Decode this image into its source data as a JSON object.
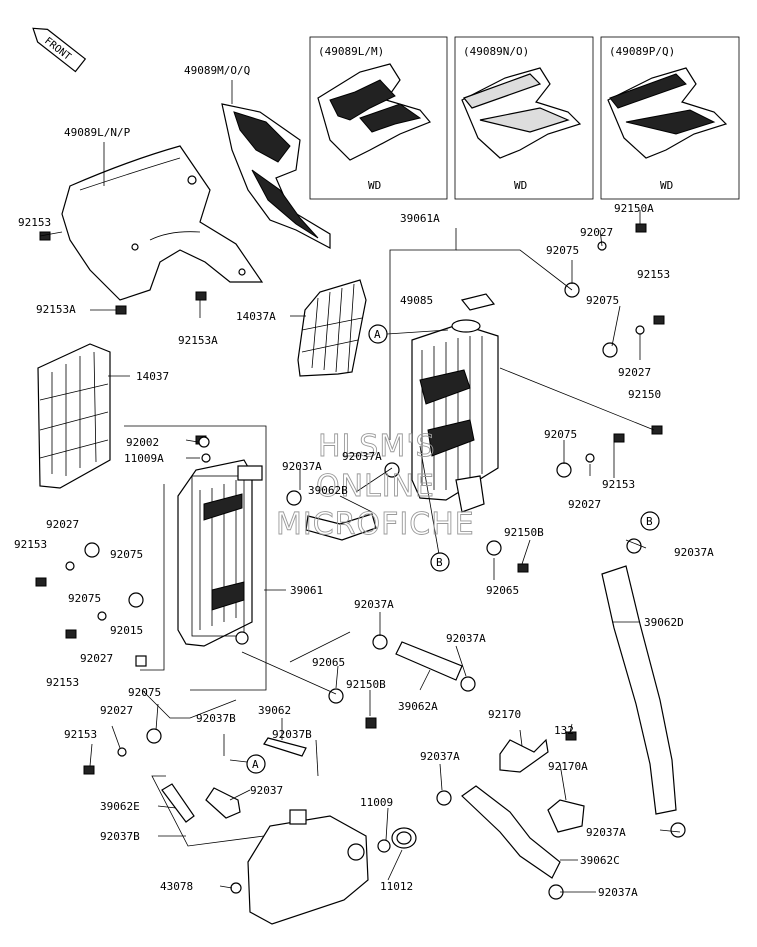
{
  "diagram": {
    "front_badge": "FRONT",
    "watermark": [
      "HLSM'S",
      "ONLINE",
      "MICROFICHE"
    ],
    "inset_boxes": [
      {
        "code": "(49089L/M)",
        "note": "WD"
      },
      {
        "code": "(49089N/O)",
        "note": "WD"
      },
      {
        "code": "(49089P/Q)",
        "note": "WD"
      }
    ],
    "callouts": [
      "A",
      "B"
    ],
    "part_labels": {
      "p1": "49089M/O/Q",
      "p2": "49089L/N/P",
      "p3": "92153",
      "p4": "92153A",
      "p5": "92153A",
      "p6": "14037A",
      "p7": "14037",
      "p8": "39061A",
      "p9": "92150A",
      "p10": "92027",
      "p11": "92075",
      "p12": "49085",
      "p13": "92153",
      "p14": "92075",
      "p15": "92027",
      "p16": "92150",
      "p17": "92002",
      "p18": "11009A",
      "p19": "92037A",
      "p20": "92037A",
      "p21": "39062B",
      "p22": "92075",
      "p23": "92153",
      "p24": "92027",
      "p25": "92027",
      "p26": "92153",
      "p27": "92075",
      "p28": "92075",
      "p29": "39061",
      "p30": "92150B",
      "p31": "92065",
      "p32": "92037A",
      "p33": "39062D",
      "p34": "92015",
      "p35": "92027",
      "p36": "92153",
      "p37": "92037A",
      "p38": "92037A",
      "p39": "92065",
      "p40": "92150B",
      "p41": "39062A",
      "p42": "92075",
      "p43": "92027",
      "p44": "92037B",
      "p45": "39062",
      "p46": "132",
      "p47": "92170",
      "p48": "92153",
      "p49": "92037B",
      "p50": "92037",
      "p51": "92037A",
      "p52": "92170A",
      "p53": "39062E",
      "p54": "11009",
      "p55": "92037B",
      "p56": "92037A",
      "p57": "39062C",
      "p58": "43078",
      "p59": "11012",
      "p60": "92037A"
    }
  }
}
